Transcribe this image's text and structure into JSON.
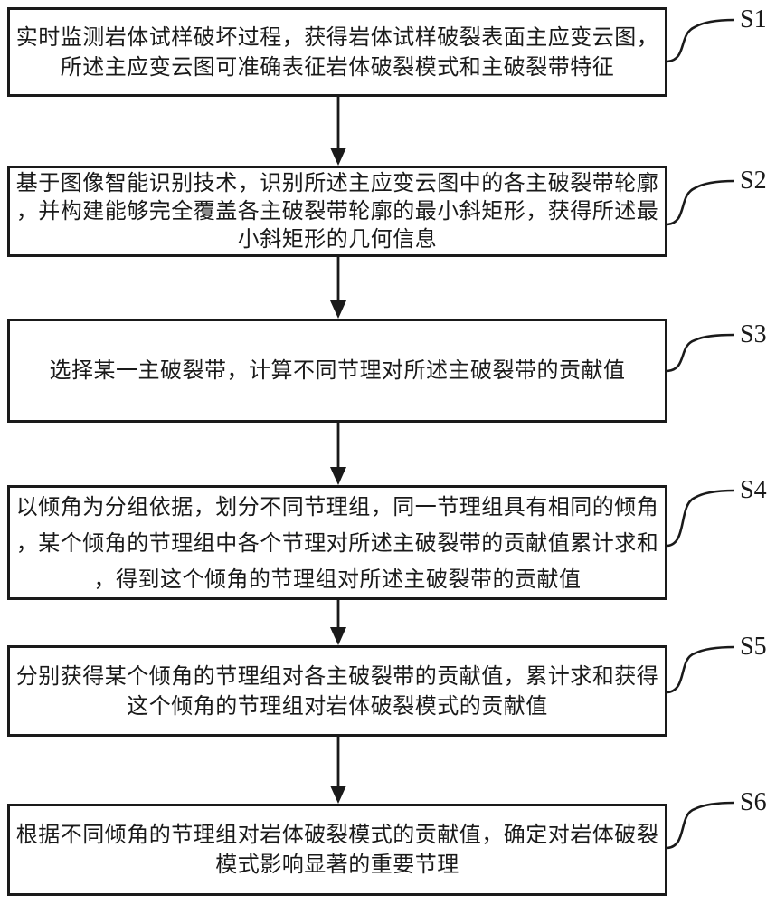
{
  "figure": {
    "type": "flowchart",
    "background_color": "#ffffff",
    "line_color": "#1a1a1a",
    "direction": "top-down"
  },
  "steps": [
    {
      "label": "S1",
      "lines": [
        "实时监测岩体试样破坏过程，获得岩体试样破裂表面主应变云图，",
        "所述主应变云图可准确表征岩体破裂模式和主破裂带特征"
      ]
    },
    {
      "label": "S2",
      "lines": [
        "基于图像智能识别技术，识别所述主应变云图中的各主破裂带轮廓",
        "，并构建能够完全覆盖各主破裂带轮廓的最小斜矩形，获得所述最",
        "小斜矩形的几何信息"
      ]
    },
    {
      "label": "S3",
      "lines": [
        "选择某一主破裂带，计算不同节理对所述主破裂带的贡献值"
      ]
    },
    {
      "label": "S4",
      "lines": [
        "以倾角为分组依据，划分不同节理组，同一节理组具有相同的倾角",
        "，某个倾角的节理组中各个节理对所述主破裂带的贡献值累计求和",
        "，得到这个倾角的节理组对所述主破裂带的贡献值"
      ]
    },
    {
      "label": "S5",
      "lines": [
        "分别获得某个倾角的节理组对各主破裂带的贡献值，累计求和获得",
        "这个倾角的节理组对岩体破裂模式的贡献值"
      ]
    },
    {
      "label": "S6",
      "lines": [
        "根据不同倾角的节理组对岩体破裂模式的贡献值，确定对岩体破裂",
        "模式影响显著的重要节理"
      ]
    }
  ]
}
